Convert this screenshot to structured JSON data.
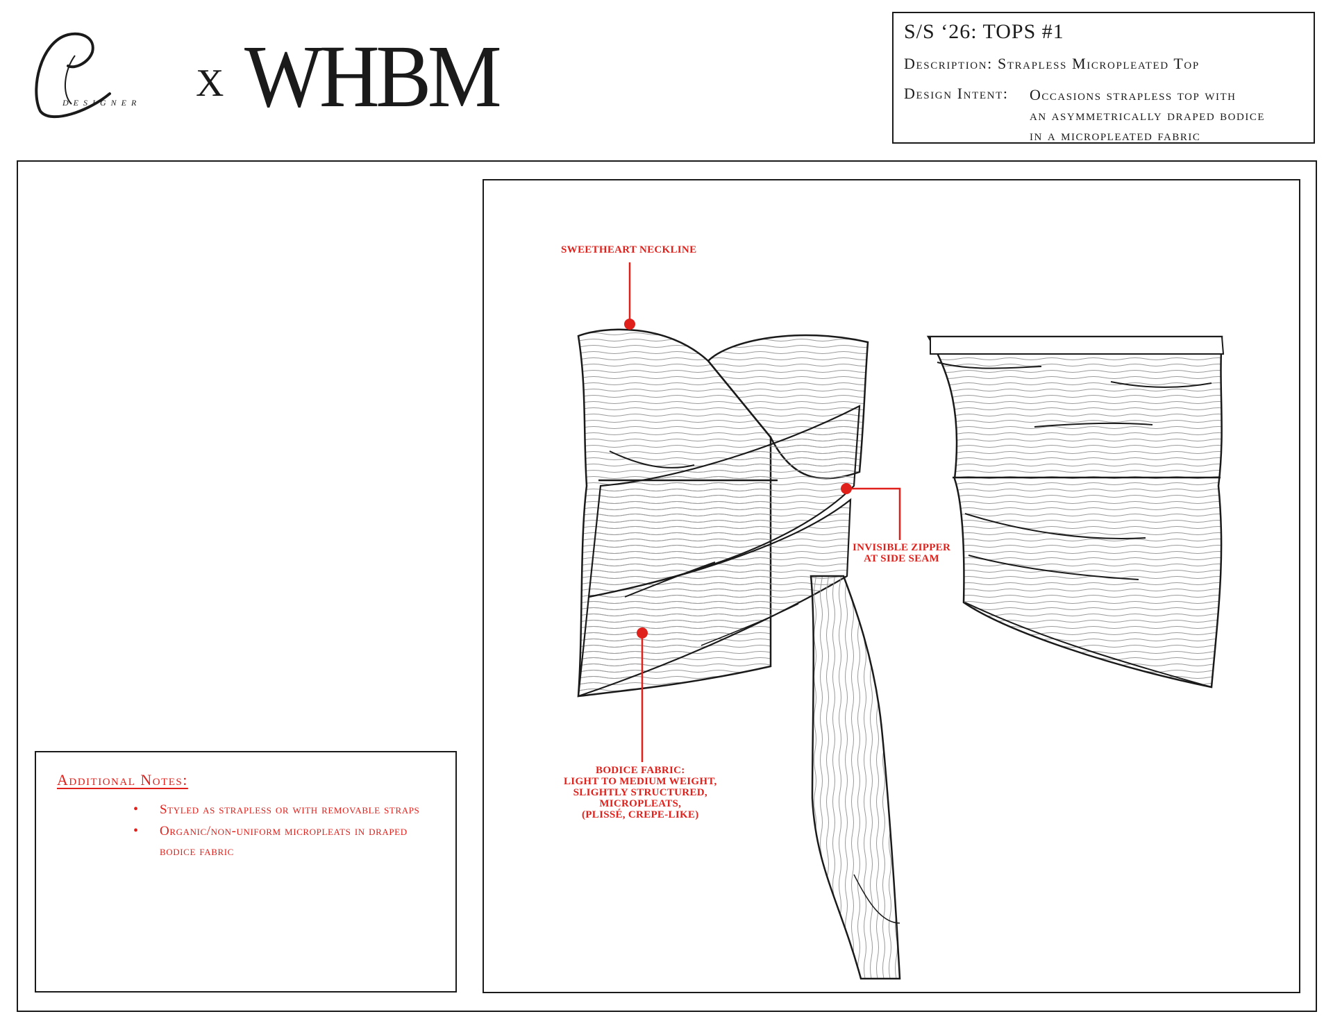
{
  "header": {
    "brand_mark_text": "DESIGNER",
    "separator": "X",
    "partner_brand": "WHBM"
  },
  "spec": {
    "title": "S/S ‘26: TOPS #1",
    "description_label": "Description:",
    "description_value": "Strapless Micropleated Top",
    "design_intent_label": "Design Intent:",
    "design_intent_lines": [
      "Occasions strapless top with",
      "an asymmetrically draped bodice",
      "in a micropleated fabric"
    ]
  },
  "notes": {
    "title": "Additional Notes:",
    "bullet_glyph": "•",
    "items": [
      "Styled as strapless or with removable straps",
      "Organic/non-uniform micropleats in draped bodice fabric"
    ]
  },
  "callouts": {
    "neckline": [
      "SWEETHEART NECKLINE"
    ],
    "zipper": [
      "INVISIBLE ZIPPER",
      "AT SIDE SEAM"
    ],
    "bodice": [
      "BODICE FABRIC:",
      "LIGHT TO MEDIUM WEIGHT,",
      "SLIGHTLY STRUCTURED,",
      "MICROPLEATS,",
      "(PLISSÉ, CREPE-LIKE)"
    ]
  },
  "colors": {
    "annotation": "#e0201b",
    "line": "#1a1a1a",
    "pleat": "#9a9a9a"
  }
}
